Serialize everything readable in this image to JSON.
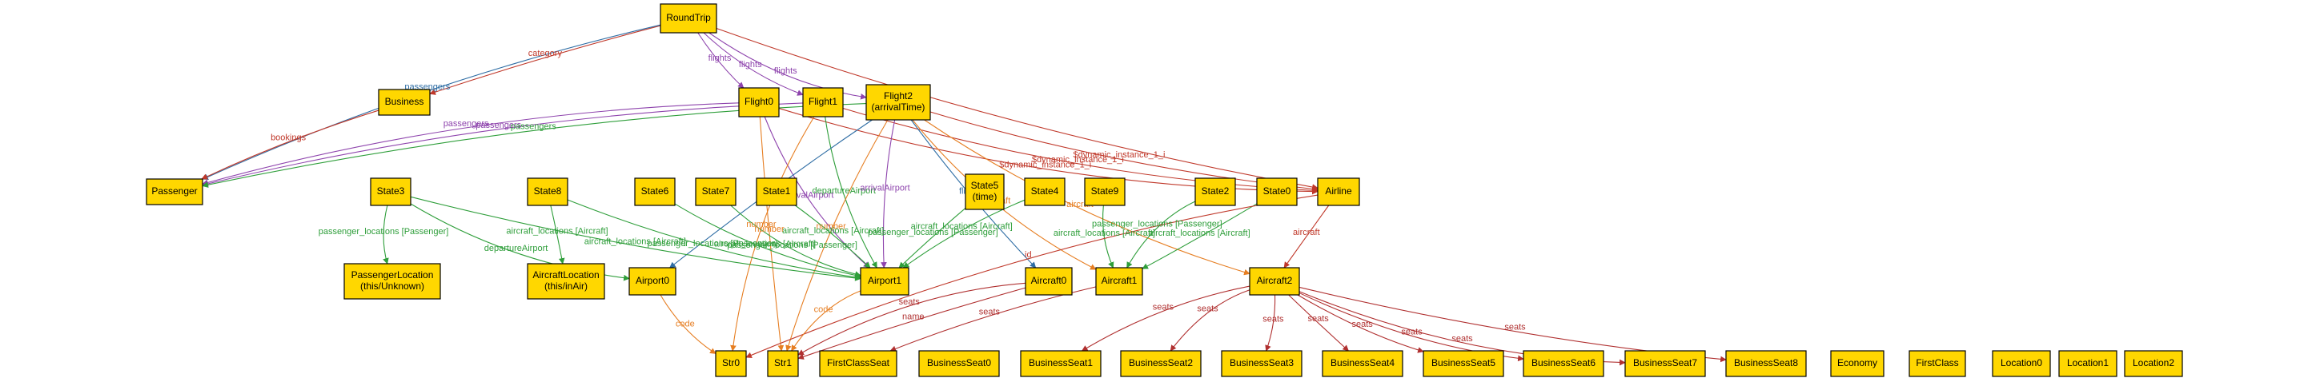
{
  "colors": {
    "node_fill": "#ffd700",
    "purple": "#8e44ad",
    "red": "#c0392b",
    "blue": "#2e6da4",
    "orange": "#e67e22",
    "green": "#2e9e3a",
    "dark_red": "#b03030"
  },
  "nodes": [
    {
      "id": "roundtrip",
      "label": [
        "RoundTrip"
      ]
    },
    {
      "id": "business",
      "label": [
        "Business"
      ]
    },
    {
      "id": "flight0",
      "label": [
        "Flight0"
      ]
    },
    {
      "id": "flight1",
      "label": [
        "Flight1"
      ]
    },
    {
      "id": "flight2",
      "label": [
        "Flight2",
        "(arrivalTime)"
      ]
    },
    {
      "id": "passenger",
      "label": [
        "Passenger"
      ]
    },
    {
      "id": "state3",
      "label": [
        "State3"
      ]
    },
    {
      "id": "state8",
      "label": [
        "State8"
      ]
    },
    {
      "id": "state6",
      "label": [
        "State6"
      ]
    },
    {
      "id": "state7",
      "label": [
        "State7"
      ]
    },
    {
      "id": "state1",
      "label": [
        "State1"
      ]
    },
    {
      "id": "state5",
      "label": [
        "State5",
        "(time)"
      ]
    },
    {
      "id": "state4",
      "label": [
        "State4"
      ]
    },
    {
      "id": "state9",
      "label": [
        "State9"
      ]
    },
    {
      "id": "state2",
      "label": [
        "State2"
      ]
    },
    {
      "id": "state0",
      "label": [
        "State0"
      ]
    },
    {
      "id": "airline",
      "label": [
        "Airline"
      ]
    },
    {
      "id": "passengerlocation",
      "label": [
        "PassengerLocation",
        "(this/Unknown)"
      ]
    },
    {
      "id": "aircraftlocation",
      "label": [
        "AircraftLocation",
        "(this/inAir)"
      ]
    },
    {
      "id": "airport0",
      "label": [
        "Airport0"
      ]
    },
    {
      "id": "airport1",
      "label": [
        "Airport1"
      ]
    },
    {
      "id": "aircraft0",
      "label": [
        "Aircraft0"
      ]
    },
    {
      "id": "aircraft1",
      "label": [
        "Aircraft1"
      ]
    },
    {
      "id": "aircraft2",
      "label": [
        "Aircraft2"
      ]
    },
    {
      "id": "str0",
      "label": [
        "Str0"
      ]
    },
    {
      "id": "str1",
      "label": [
        "Str1"
      ]
    },
    {
      "id": "firstclassseat",
      "label": [
        "FirstClassSeat"
      ]
    },
    {
      "id": "businessseat0",
      "label": [
        "BusinessSeat0"
      ]
    },
    {
      "id": "businessseat1",
      "label": [
        "BusinessSeat1"
      ]
    },
    {
      "id": "businessseat2",
      "label": [
        "BusinessSeat2"
      ]
    },
    {
      "id": "businessseat3",
      "label": [
        "BusinessSeat3"
      ]
    },
    {
      "id": "businessseat4",
      "label": [
        "BusinessSeat4"
      ]
    },
    {
      "id": "businessseat5",
      "label": [
        "BusinessSeat5"
      ]
    },
    {
      "id": "businessseat6",
      "label": [
        "BusinessSeat6"
      ]
    },
    {
      "id": "businessseat7",
      "label": [
        "BusinessSeat7"
      ]
    },
    {
      "id": "businessseat8",
      "label": [
        "BusinessSeat8"
      ]
    },
    {
      "id": "economy",
      "label": [
        "Economy"
      ]
    },
    {
      "id": "firstclass",
      "label": [
        "FirstClass"
      ]
    },
    {
      "id": "location0",
      "label": [
        "Location0"
      ]
    },
    {
      "id": "location1",
      "label": [
        "Location1"
      ]
    },
    {
      "id": "location2",
      "label": [
        "Location2"
      ]
    }
  ],
  "edges": [
    {
      "from": "roundtrip",
      "to": "business",
      "label": "category",
      "color": "red"
    },
    {
      "from": "roundtrip",
      "to": "passenger",
      "label": "passengers",
      "color": "blue"
    },
    {
      "from": "roundtrip",
      "to": "flight0",
      "label": "flights",
      "color": "purple"
    },
    {
      "from": "roundtrip",
      "to": "flight1",
      "label": "flights",
      "color": "purple"
    },
    {
      "from": "roundtrip",
      "to": "flight2",
      "label": "flights",
      "color": "purple"
    },
    {
      "from": "roundtrip",
      "to": "airline",
      "label": "",
      "color": "red"
    },
    {
      "from": "business",
      "to": "passenger",
      "label": "bookings",
      "color": "red"
    },
    {
      "from": "flight0",
      "to": "passenger",
      "label": "passengers",
      "color": "purple"
    },
    {
      "from": "flight0",
      "to": "airline",
      "label": "$dynamic_instance_1_i",
      "color": "red"
    },
    {
      "from": "flight0",
      "to": "airport1",
      "label": "arrivalAirport",
      "color": "purple"
    },
    {
      "from": "flight0",
      "to": "str1",
      "label": "number",
      "color": "orange"
    },
    {
      "from": "flight1",
      "to": "passenger",
      "label": "passengers",
      "color": "purple"
    },
    {
      "from": "flight1",
      "to": "airline",
      "label": "$dynamic_instance_1_i",
      "color": "red"
    },
    {
      "from": "flight1",
      "to": "airport1",
      "label": "departureAirport",
      "color": "green"
    },
    {
      "from": "flight1",
      "to": "str0",
      "label": "number",
      "color": "orange"
    },
    {
      "from": "flight2",
      "to": "passenger",
      "label": "passengers",
      "color": "green"
    },
    {
      "from": "flight2",
      "to": "airline",
      "label": "$dynamic_instance_1_i",
      "color": "red"
    },
    {
      "from": "flight2",
      "to": "airport1",
      "label": "arrivalAirport",
      "color": "purple"
    },
    {
      "from": "flight2",
      "to": "aircraft2",
      "label": "aircraft",
      "color": "orange"
    },
    {
      "from": "flight2",
      "to": "aircraft1",
      "label": "aircraft",
      "color": "orange"
    },
    {
      "from": "flight2",
      "to": "airport0",
      "label": "flights",
      "color": "blue"
    },
    {
      "from": "flight2",
      "to": "aircraft0",
      "label": "flights",
      "color": "blue"
    },
    {
      "from": "flight2",
      "to": "str1",
      "label": "number",
      "color": "orange"
    },
    {
      "from": "state3",
      "to": "passengerlocation",
      "label": "passenger_locations [Passenger]",
      "color": "green"
    },
    {
      "from": "state3",
      "to": "airport0",
      "label": "departureAirport",
      "color": "green"
    },
    {
      "from": "state3",
      "to": "airport1",
      "label": "aircraft_locations [Aircraft]",
      "color": "green"
    },
    {
      "from": "state8",
      "to": "aircraftlocation",
      "label": "aircraft_locations [Aircraft]",
      "color": "green"
    },
    {
      "from": "state8",
      "to": "airport1",
      "label": "passenger_locations [Passenger]",
      "color": "green"
    },
    {
      "from": "state6",
      "to": "airport1",
      "label": "aircraft_locations [Aircraft]",
      "color": "green"
    },
    {
      "from": "state7",
      "to": "airport1",
      "label": "passenger_locations [Passenger]",
      "color": "green"
    },
    {
      "from": "state1",
      "to": "airport1",
      "label": "aircraft_locations [Aircraft]",
      "color": "green"
    },
    {
      "from": "state5",
      "to": "airport1",
      "label": "passenger_locations [Passenger]",
      "color": "green"
    },
    {
      "from": "state4",
      "to": "airport1",
      "label": "aircraft_locations [Aircraft]",
      "color": "green"
    },
    {
      "from": "state9",
      "to": "aircraft1",
      "label": "aircraft_locations [Aircraft]",
      "color": "green"
    },
    {
      "from": "state2",
      "to": "aircraft1",
      "label": "passenger_locations [Passenger]",
      "color": "green"
    },
    {
      "from": "state0",
      "to": "aircraft1",
      "label": "aircraft_locations [Aircraft]",
      "color": "green"
    },
    {
      "from": "airline",
      "to": "aircraft2",
      "label": "aircraft",
      "color": "red"
    },
    {
      "from": "airline",
      "to": "str0",
      "label": "id",
      "color": "red"
    },
    {
      "from": "airport0",
      "to": "str0",
      "label": "code",
      "color": "orange"
    },
    {
      "from": "airport1",
      "to": "str1",
      "label": "code",
      "color": "orange"
    },
    {
      "from": "aircraft0",
      "to": "str1",
      "label": "name",
      "color": "dark_red"
    },
    {
      "from": "aircraft1",
      "to": "firstclassseat",
      "label": "seats",
      "color": "dark_red"
    },
    {
      "from": "aircraft0",
      "to": "str1",
      "label": "seats",
      "color": "dark_red"
    },
    {
      "from": "aircraft2",
      "to": "businessseat1",
      "label": "seats",
      "color": "dark_red"
    },
    {
      "from": "aircraft2",
      "to": "businessseat2",
      "label": "seats",
      "color": "dark_red"
    },
    {
      "from": "aircraft2",
      "to": "businessseat3",
      "label": "seats",
      "color": "dark_red"
    },
    {
      "from": "aircraft2",
      "to": "businessseat4",
      "label": "seats",
      "color": "dark_red"
    },
    {
      "from": "aircraft2",
      "to": "businessseat5",
      "label": "seats",
      "color": "dark_red"
    },
    {
      "from": "aircraft2",
      "to": "businessseat6",
      "label": "seats",
      "color": "dark_red"
    },
    {
      "from": "aircraft2",
      "to": "businessseat7",
      "label": "seats",
      "color": "dark_red"
    },
    {
      "from": "aircraft2",
      "to": "businessseat8",
      "label": "seats",
      "color": "dark_red"
    }
  ]
}
